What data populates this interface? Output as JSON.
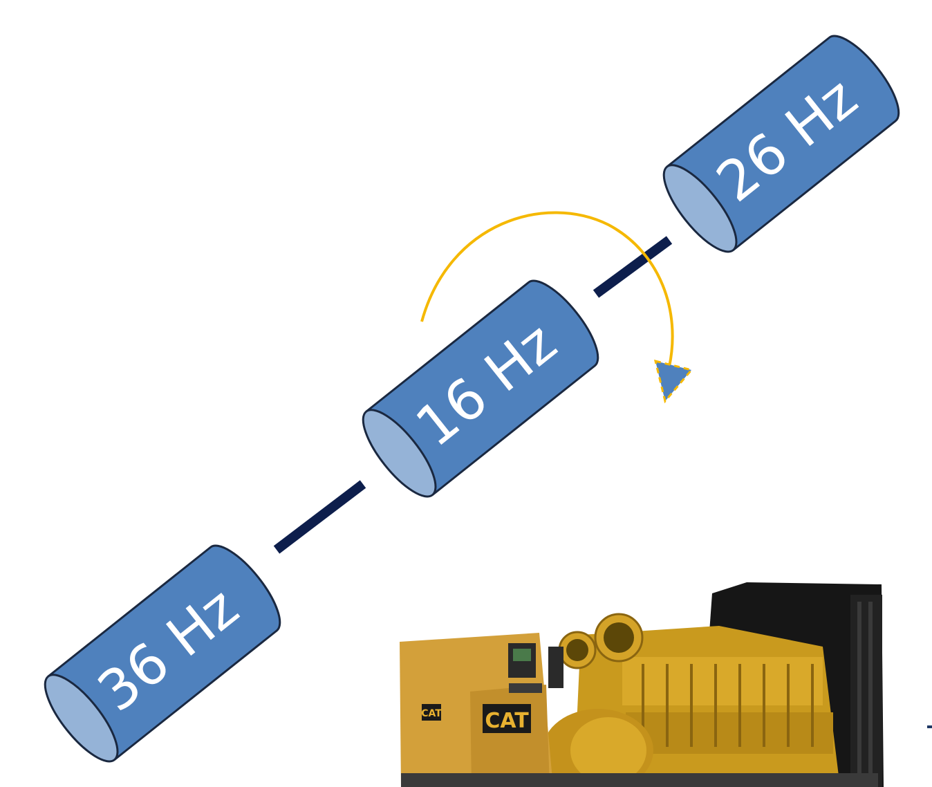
{
  "diagram": {
    "cylinders": [
      {
        "id": "top-right",
        "label": "26 Hz"
      },
      {
        "id": "middle",
        "label": "16 Hz"
      },
      {
        "id": "bottom-left",
        "label": "36 Hz"
      }
    ],
    "rotation_arrow": {
      "color": "#F5B800",
      "direction": "clockwise"
    },
    "shaft": {
      "color": "#0D1E4C"
    },
    "cylinder_colors": {
      "body": "#4F81BD",
      "end_face": "#95B3D7",
      "outline": "#1A2840"
    }
  },
  "photo": {
    "subject": "yellow industrial diesel generator set",
    "badge_text": "CAT"
  }
}
